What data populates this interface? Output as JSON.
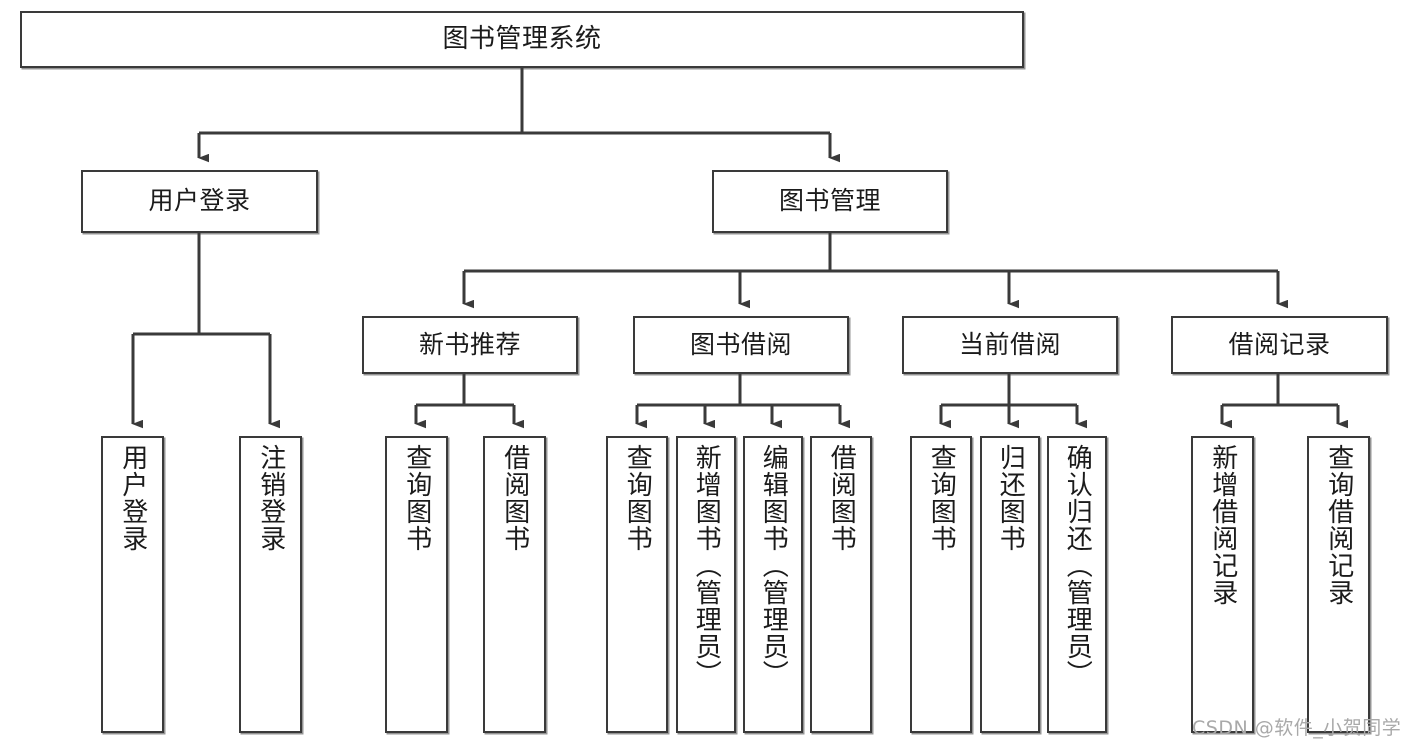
{
  "diagram": {
    "title": "图书管理系统",
    "type": "tree-hierarchy",
    "orientation": "top-down",
    "colors": {
      "node_border": "#3a3a3a",
      "node_fill": "#ffffff",
      "edge": "#3a3a3a",
      "text": "#1b1b1b",
      "watermark": "#a9a9a9"
    },
    "root": {
      "label": "图书管理系统"
    },
    "level1": [
      {
        "id": "user-login",
        "label": "用户登录"
      },
      {
        "id": "book-manage",
        "label": "图书管理"
      }
    ],
    "level2": [
      {
        "id": "new-book-recommend",
        "label": "新书推荐",
        "parent": "book-manage"
      },
      {
        "id": "book-borrow",
        "label": "图书借阅",
        "parent": "book-manage"
      },
      {
        "id": "current-borrow",
        "label": "当前借阅",
        "parent": "book-manage"
      },
      {
        "id": "borrow-record",
        "label": "借阅记录",
        "parent": "book-manage"
      }
    ],
    "leaves": [
      {
        "id": "leaf-user-login",
        "label": "用户登录",
        "parent": "user-login"
      },
      {
        "id": "leaf-logout-login",
        "label": "注销登录",
        "parent": "user-login"
      },
      {
        "id": "leaf-query-book-1",
        "label": "查询图书",
        "parent": "new-book-recommend"
      },
      {
        "id": "leaf-borrow-book-1",
        "label": "借阅图书",
        "parent": "new-book-recommend"
      },
      {
        "id": "leaf-query-book-2",
        "label": "查询图书",
        "parent": "book-borrow"
      },
      {
        "id": "leaf-add-book",
        "label": "新增图书（管理员）",
        "parent": "book-borrow"
      },
      {
        "id": "leaf-edit-book",
        "label": "编辑图书（管理员）",
        "parent": "book-borrow"
      },
      {
        "id": "leaf-borrow-book-2",
        "label": "借阅图书",
        "parent": "book-borrow"
      },
      {
        "id": "leaf-query-book-3",
        "label": "查询图书",
        "parent": "current-borrow"
      },
      {
        "id": "leaf-return-book",
        "label": "归还图书",
        "parent": "current-borrow"
      },
      {
        "id": "leaf-confirm-return",
        "label": "确认归还（管理员）",
        "parent": "current-borrow"
      },
      {
        "id": "leaf-add-record",
        "label": "新增借阅记录",
        "parent": "borrow-record"
      },
      {
        "id": "leaf-query-record",
        "label": "查询借阅记录",
        "parent": "borrow-record"
      }
    ],
    "watermark": "CSDN @软件_小贺同学"
  }
}
